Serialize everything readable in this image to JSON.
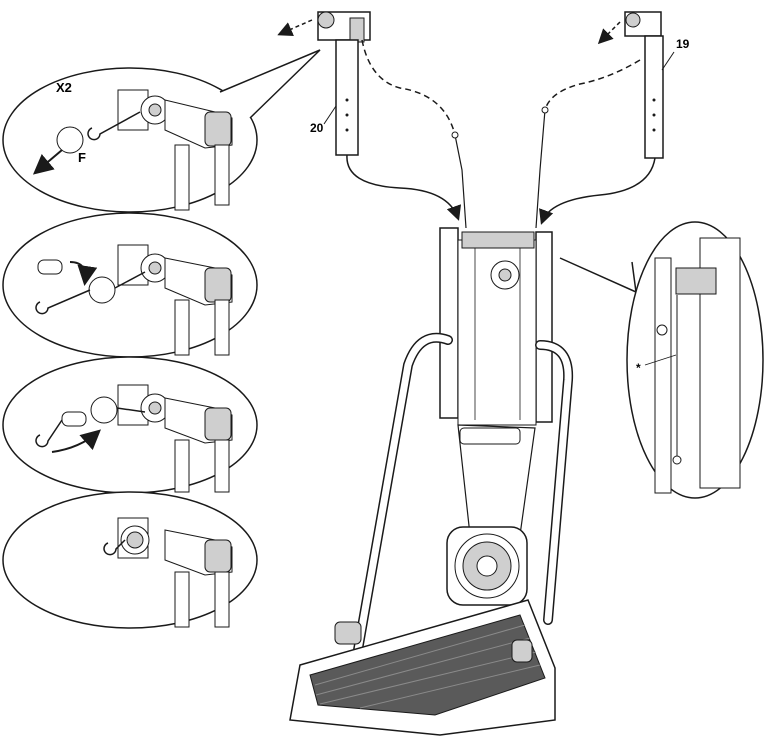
{
  "labels": {
    "multiplier": "X2",
    "force": "F",
    "part_left_upright": "20",
    "part_right_upright": "19",
    "detail_marker": "*"
  },
  "colors": {
    "line": "#1a1a1a",
    "fill": "#ffffff",
    "belt": "#5a5a5a",
    "belt_slat": "#8a8a8a",
    "shade": "#cfcfcf"
  }
}
